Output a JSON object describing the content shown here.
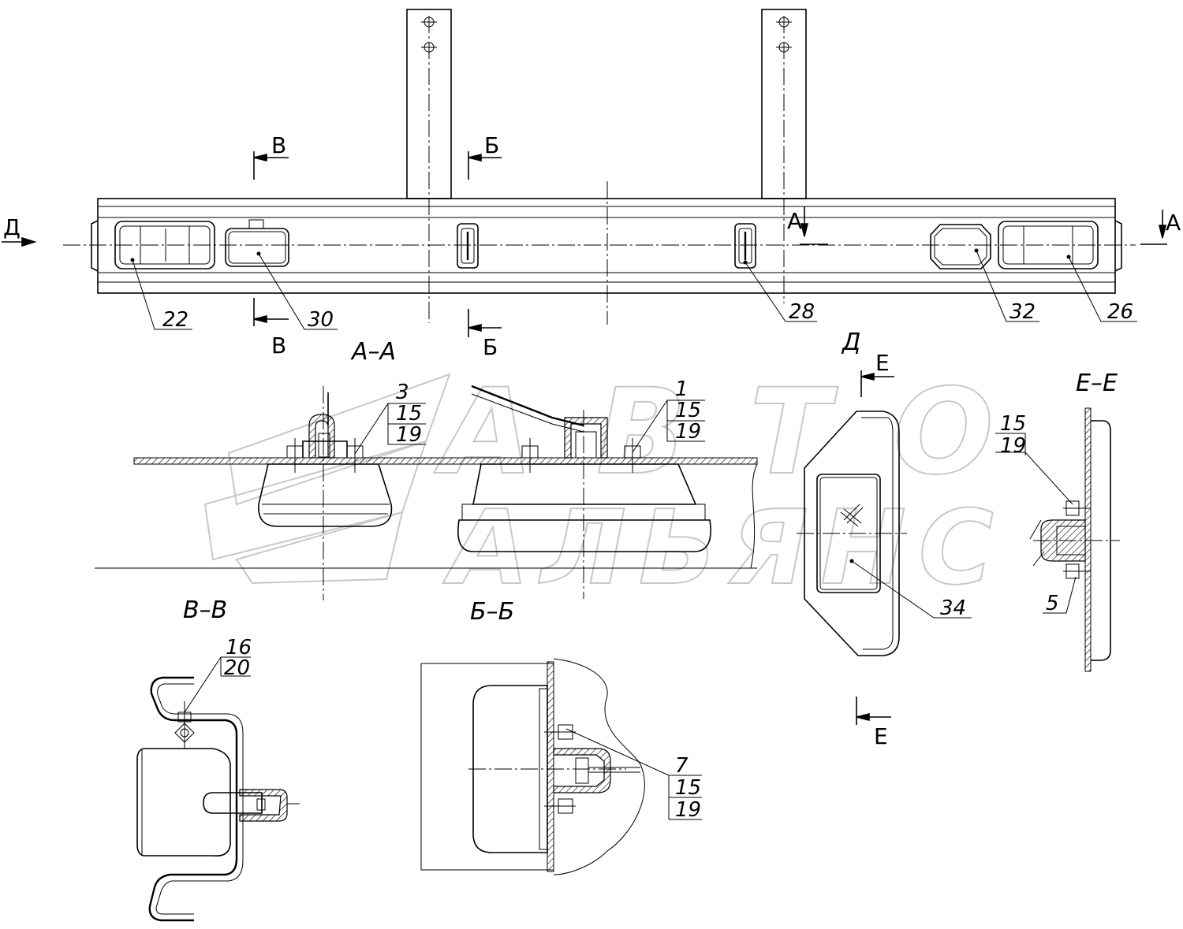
{
  "watermark": {
    "line1": "АВТО",
    "line2": "АЛЬЯНС"
  },
  "views": {
    "section_a": "А–А",
    "section_b": "Б–Б",
    "section_v": "В–В",
    "section_e": "Е–Е",
    "view_d": "Д"
  },
  "cut_marks": {
    "v": "В",
    "b": "Б",
    "a": "А",
    "d": "Д",
    "e": "Е"
  },
  "callouts": {
    "top": [
      "22",
      "30",
      "28",
      "32",
      "26"
    ],
    "aa": [
      "3",
      "15",
      "19"
    ],
    "bb": [
      "1",
      "15",
      "19"
    ],
    "view_d": "34",
    "ee": [
      "15",
      "19",
      "5"
    ],
    "vv": [
      "16",
      "20"
    ],
    "bottom_b": [
      "7",
      "15",
      "19"
    ]
  }
}
